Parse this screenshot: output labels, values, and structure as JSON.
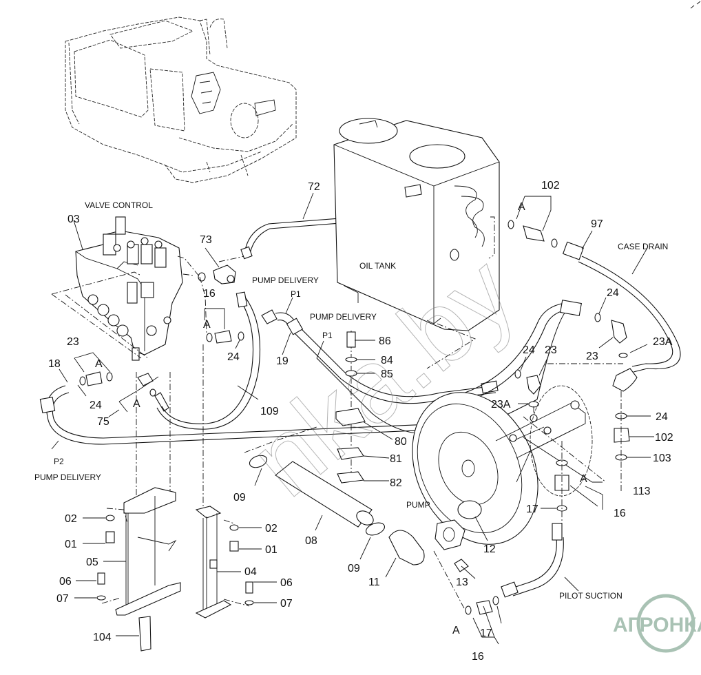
{
  "diagram": {
    "type": "exploded-parts-diagram",
    "captions": {
      "valve_control": "VALVE CONTROL",
      "oil_tank": "OIL TANK",
      "pump": "PUMP",
      "case_drain": "CASE DRAIN",
      "pilot_suction": "PILOT SUCTION",
      "pump_delivery_1": "PUMP DELIVERY",
      "pump_delivery_2": "PUMP DELIVERY",
      "pump_delivery_3": "PUMP DELIVERY",
      "p1_a": "P1",
      "p1_b": "P1",
      "p2": "P2"
    },
    "callouts": {
      "c03": "03",
      "c72": "72",
      "c73": "73",
      "c16a": "16",
      "cA1": "A",
      "c24a": "24",
      "c23a": "23",
      "cA2": "A",
      "c18": "18",
      "c24b": "24",
      "c75": "75",
      "cA3": "A",
      "c109": "109",
      "c19": "19",
      "c86": "86",
      "c84": "84",
      "c85": "85",
      "c80": "80",
      "c81": "81",
      "c82": "82",
      "c102a": "102",
      "cA4": "A",
      "c97": "97",
      "c24c": "24",
      "c23b": "23",
      "c23A1": "23A",
      "c24d": "24",
      "c23c": "23",
      "c23A2": "23A",
      "c24e": "24",
      "c102b": "102",
      "c103": "103",
      "c113": "113",
      "cA5": "A",
      "c16b": "16",
      "c17a": "17",
      "c12": "12",
      "c09a": "09",
      "c08": "08",
      "c09b": "09",
      "c11": "11",
      "c13": "13",
      "cA6": "A",
      "c17b": "17",
      "c16c": "16",
      "c02a": "02",
      "c01a": "01",
      "c05": "05",
      "c06a": "06",
      "c07a": "07",
      "c104": "104",
      "c02b": "02",
      "c01b": "01",
      "c04": "04",
      "c06b": "06",
      "c07b": "07"
    },
    "watermark": "nka.by",
    "logo": {
      "text": "АГРОНКА",
      "color": "#a9c2b4"
    }
  }
}
